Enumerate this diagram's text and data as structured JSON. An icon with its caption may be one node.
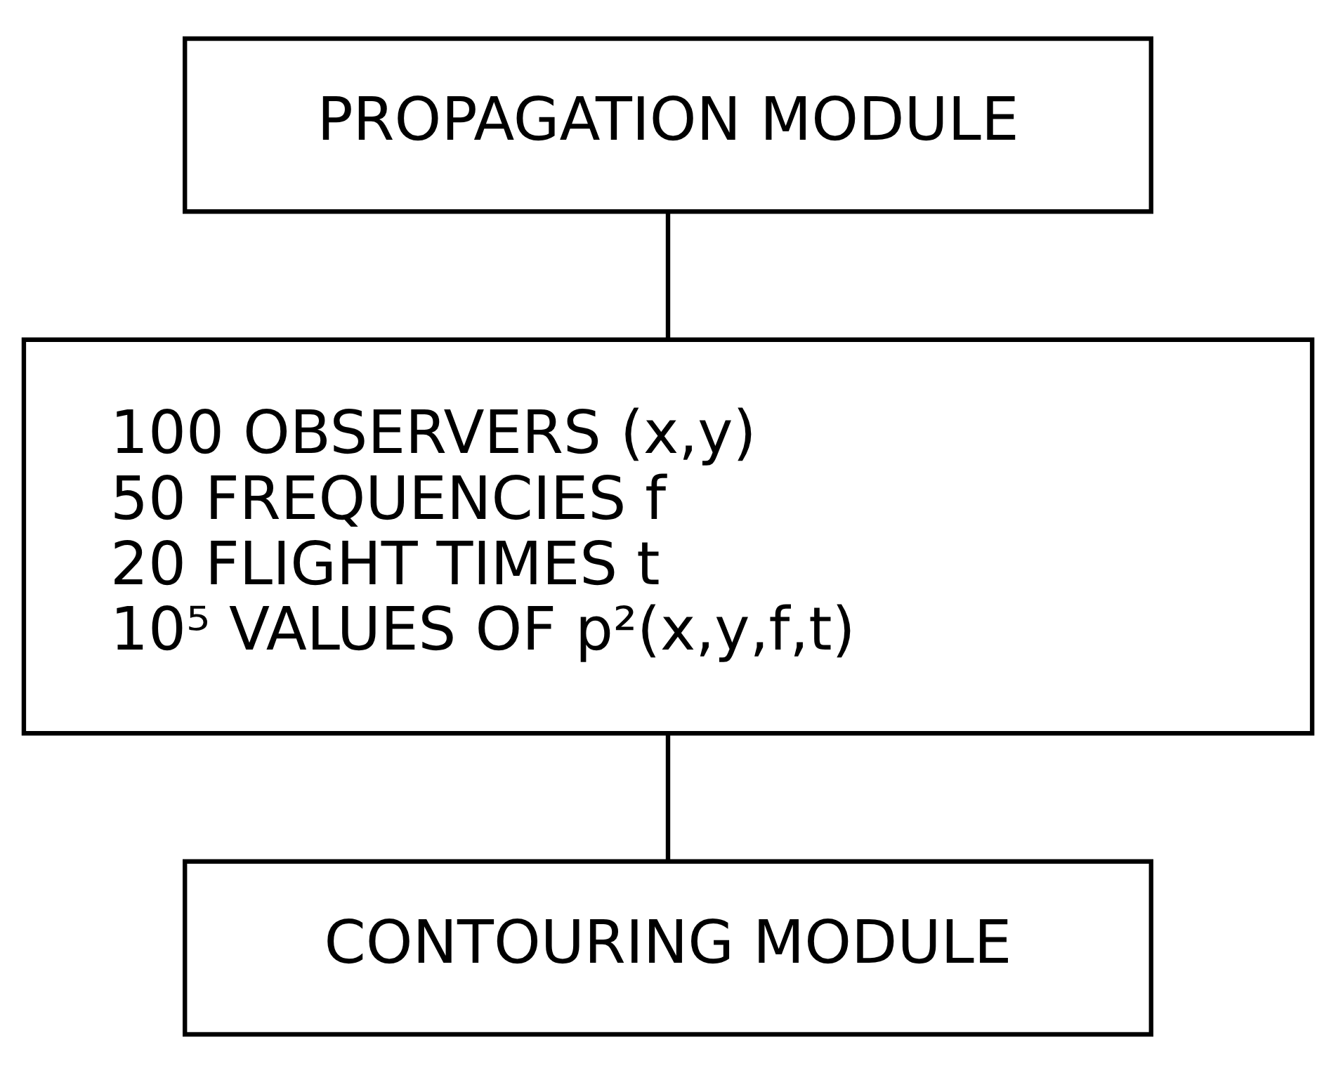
{
  "diagram": {
    "nodes": [
      {
        "text": [
          "PROPAGATION MODULE"
        ]
      },
      {
        "text": [
          "100 OBSERVERS (x,y)",
          "50 FREQUENCIES f",
          "20 FLIGHT TIMES t",
          "10⁵ VALUES OF p²(x,y,f,t)"
        ]
      },
      {
        "text": [
          "CONTOURING MODULE"
        ]
      }
    ],
    "edges": [
      {
        "from": 0,
        "to": 1,
        "arrow": "none"
      },
      {
        "from": 1,
        "to": 2,
        "arrow": "none"
      }
    ]
  }
}
